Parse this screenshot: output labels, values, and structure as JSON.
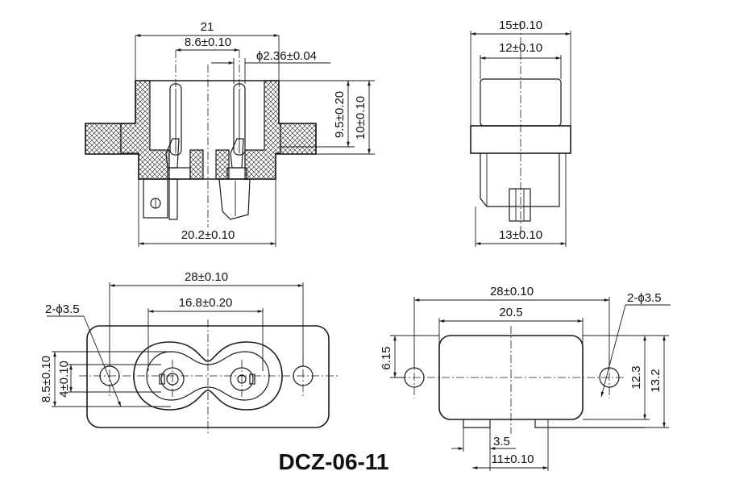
{
  "title": "DCZ-06-11",
  "top_left_view": {
    "dims": {
      "overall_width": "21",
      "pin_pitch": "8.6±0.10",
      "pin_diameter": "ϕ2.36±0.04",
      "pin_height": "9.5±0.20",
      "body_height": "10±0.10",
      "base_width": "20.2±0.10"
    }
  },
  "top_right_view": {
    "dims": {
      "outer_width": "15±0.10",
      "inner_width": "12±0.10",
      "base_width": "13±0.10"
    }
  },
  "bottom_left_view": {
    "dims": {
      "hole_spacing": "28±0.10",
      "contact_spacing": "16.8±0.20",
      "mount_holes": "2-ϕ3.5",
      "height_outer": "8.5±0.10",
      "height_inner": "4±0.10"
    }
  },
  "bottom_right_view": {
    "dims": {
      "hole_spacing": "28±0.10",
      "body_width": "20.5",
      "mount_holes": "2-ϕ3.5",
      "hole_offset": "6.15",
      "body_height": "12.3",
      "flange_height": "13.2",
      "tab_width": "3.5",
      "tab_span": "11±0.10"
    }
  }
}
